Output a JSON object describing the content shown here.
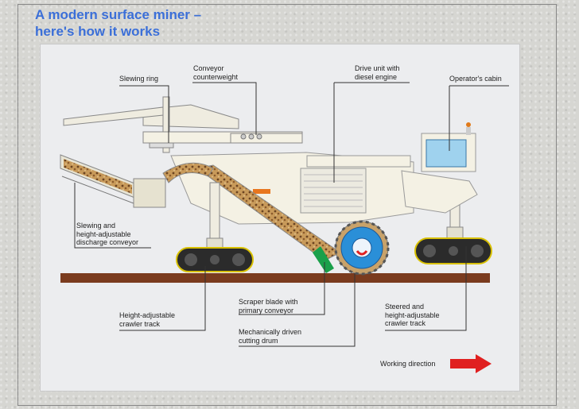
{
  "title": {
    "line1": "A modern surface miner –",
    "line2": "here's how it works"
  },
  "labels": {
    "slewing_ring": "Slewing ring",
    "conveyor_counterweight": "Conveyor\ncounterweight",
    "drive_unit": "Drive unit with\ndiesel engine",
    "operators_cabin": "Operator's cabin",
    "slewing_conveyor": "Slewing and\nheight-adjustable\ndischarge conveyor",
    "crawler_track_left": "Height-adjustable\ncrawler track",
    "scraper_blade": "Scraper blade with\nprimary conveyor",
    "cutting_drum": "Mechanically driven\ncutting drum",
    "crawler_track_right": "Steered and\nheight-adjustable\ncrawler track",
    "working_direction": "Working direction"
  },
  "colors": {
    "title": "#3b6fd8",
    "machine_body": "#f4f1e4",
    "ground": "#7a3b1e",
    "arrow": "#e02020",
    "drum": "#2a8fd8",
    "scraper": "#1aa04a",
    "material": "#b07a3a"
  }
}
